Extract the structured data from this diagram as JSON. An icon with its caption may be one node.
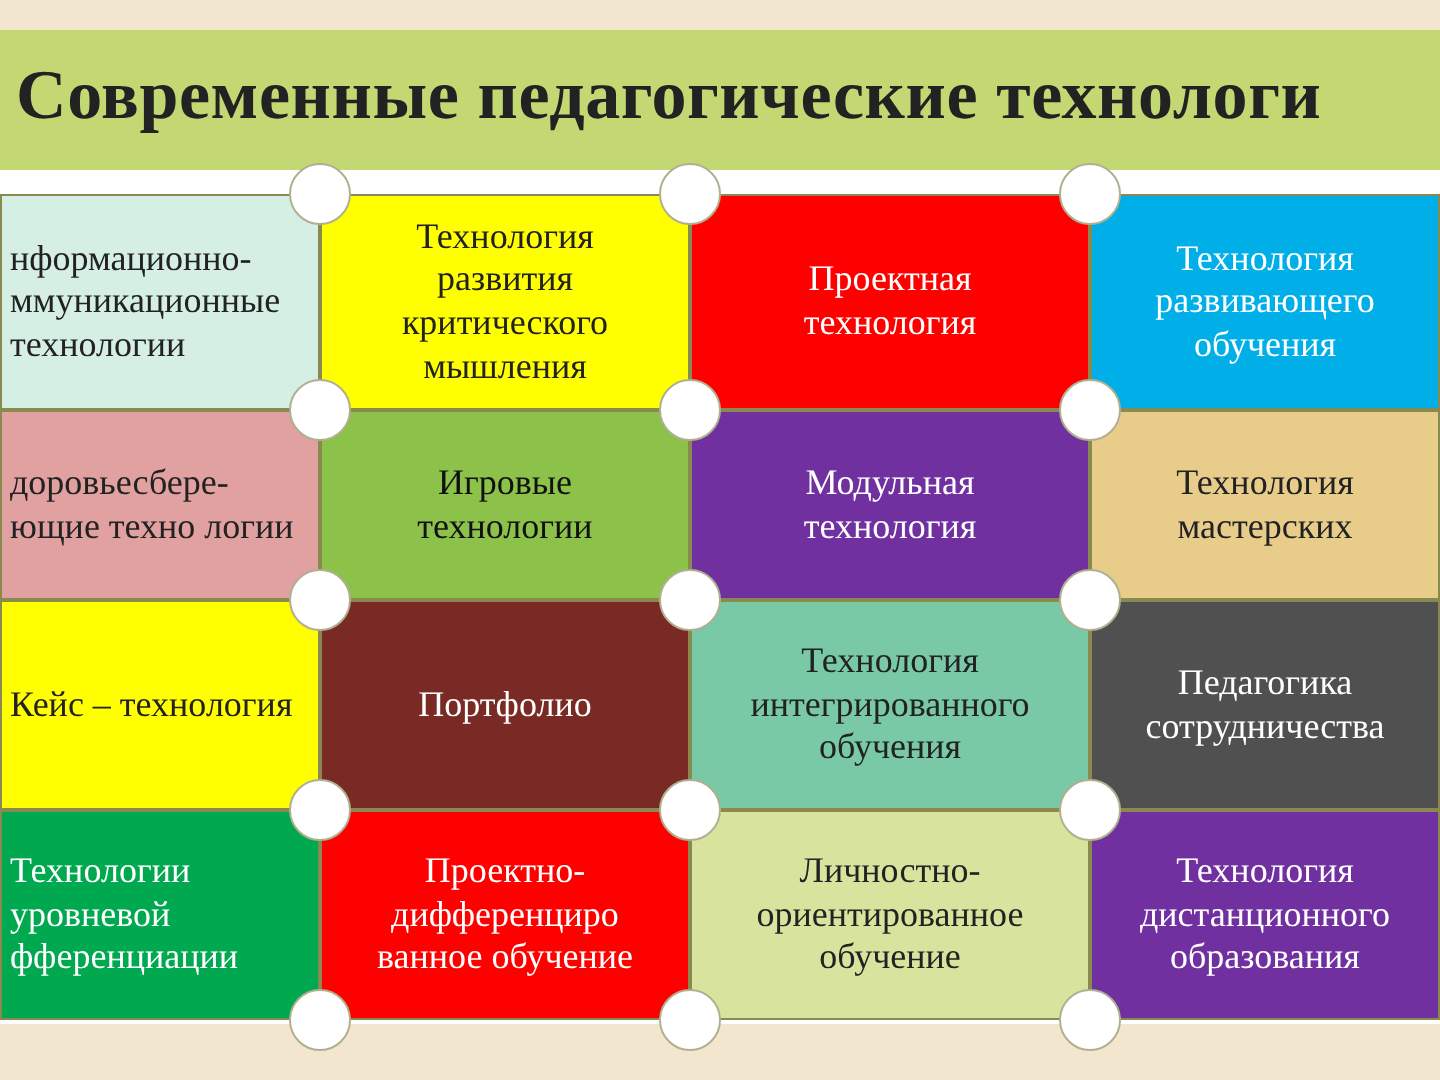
{
  "diagram": {
    "title": "Современные педагогические технологи",
    "nodes": [
      {
        "text": [
          "нформационно- ммуникационные технологии"
        ]
      },
      {
        "text": [
          "Технология развития критического мышления"
        ]
      },
      {
        "text": [
          "Проектная технология"
        ]
      },
      {
        "text": [
          "Технология развивающего обучения"
        ]
      },
      {
        "text": [
          "доровьесбере- ющие техно логии"
        ]
      },
      {
        "text": [
          "Игровые технологии"
        ]
      },
      {
        "text": [
          "Модульная технология"
        ]
      },
      {
        "text": [
          "Технология мастерских"
        ]
      },
      {
        "text": [
          "Кейс – технология"
        ]
      },
      {
        "text": [
          "Портфолио"
        ]
      },
      {
        "text": [
          "Технология интегрированного обучения"
        ]
      },
      {
        "text": [
          "Педагогика сотрудничества"
        ]
      },
      {
        "text": [
          "Технологии уровневой фференциации"
        ]
      },
      {
        "text": [
          "Проектно- дифференциро ванное обучение"
        ]
      },
      {
        "text": [
          "Личностно- ориентированное обучение"
        ]
      },
      {
        "text": [
          "Технология дистанционного образования"
        ]
      }
    ]
  }
}
